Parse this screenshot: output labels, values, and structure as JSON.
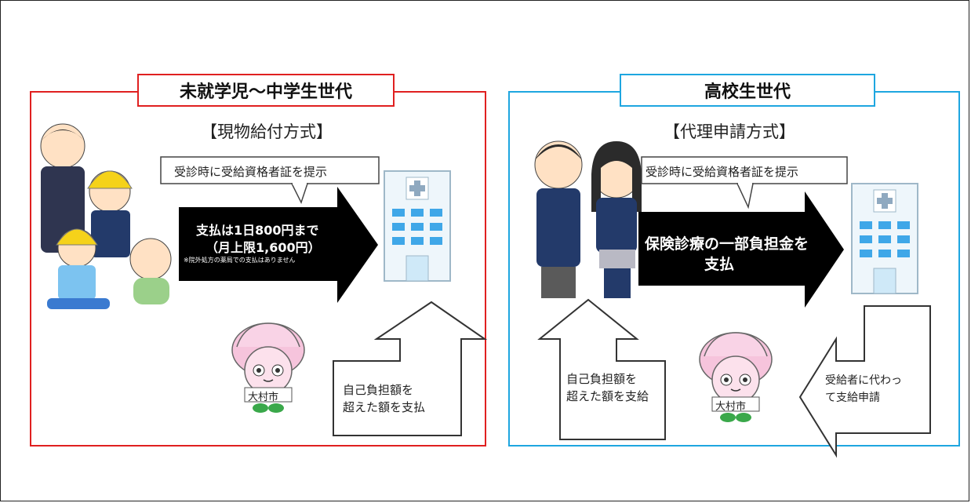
{
  "left_panel": {
    "title": "未就学児～中学生世代",
    "method": "【現物給付方式】",
    "callout": "受診時に受給資格者証を提示",
    "arrow_line1": "支払は1日800円まで",
    "arrow_line2": "（月上限1,600円）",
    "arrow_note": "※院外処方の薬局での支払はありません",
    "return_line1": "自己負担額を",
    "return_line2": "超えた額を支払",
    "mascot_sign": "大村市",
    "accent_color": "#e02020"
  },
  "right_panel": {
    "title": "高校生世代",
    "method": "【代理申請方式】",
    "callout": "受診時に受給資格者証を提示",
    "arrow_line1": "保険診療の一部負担金を",
    "arrow_line2": "支払",
    "return_line1": "自己負担額を",
    "return_line2": "超えた額を支給",
    "apply_line1": "受給者に代わっ",
    "apply_line2": "て支給申請",
    "mascot_sign": "大村市",
    "accent_color": "#1ea6e0"
  },
  "icons": [
    "children-illustration-icon",
    "students-illustration-icon",
    "hospital-icon",
    "mascot-icon",
    "arrow-icon"
  ]
}
